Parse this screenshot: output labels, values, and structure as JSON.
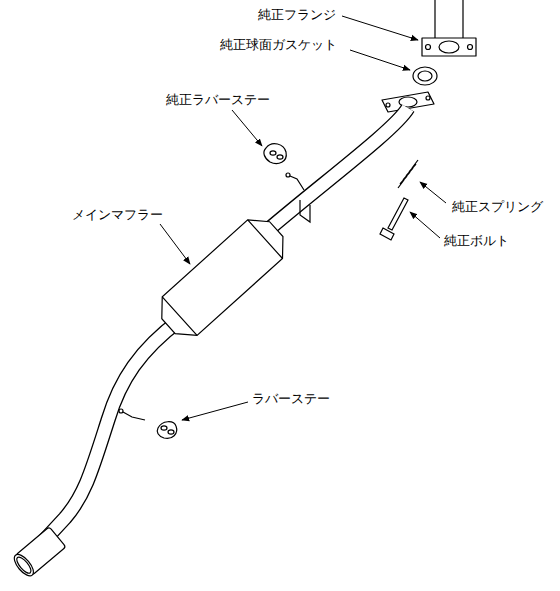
{
  "diagram": {
    "labels": [
      "純正フランジ",
      "純正球面ガスケット",
      "純正ラバーステー",
      "純正スプリング",
      "純正ボルト",
      "メインマフラー",
      "ラバーステー"
    ]
  }
}
